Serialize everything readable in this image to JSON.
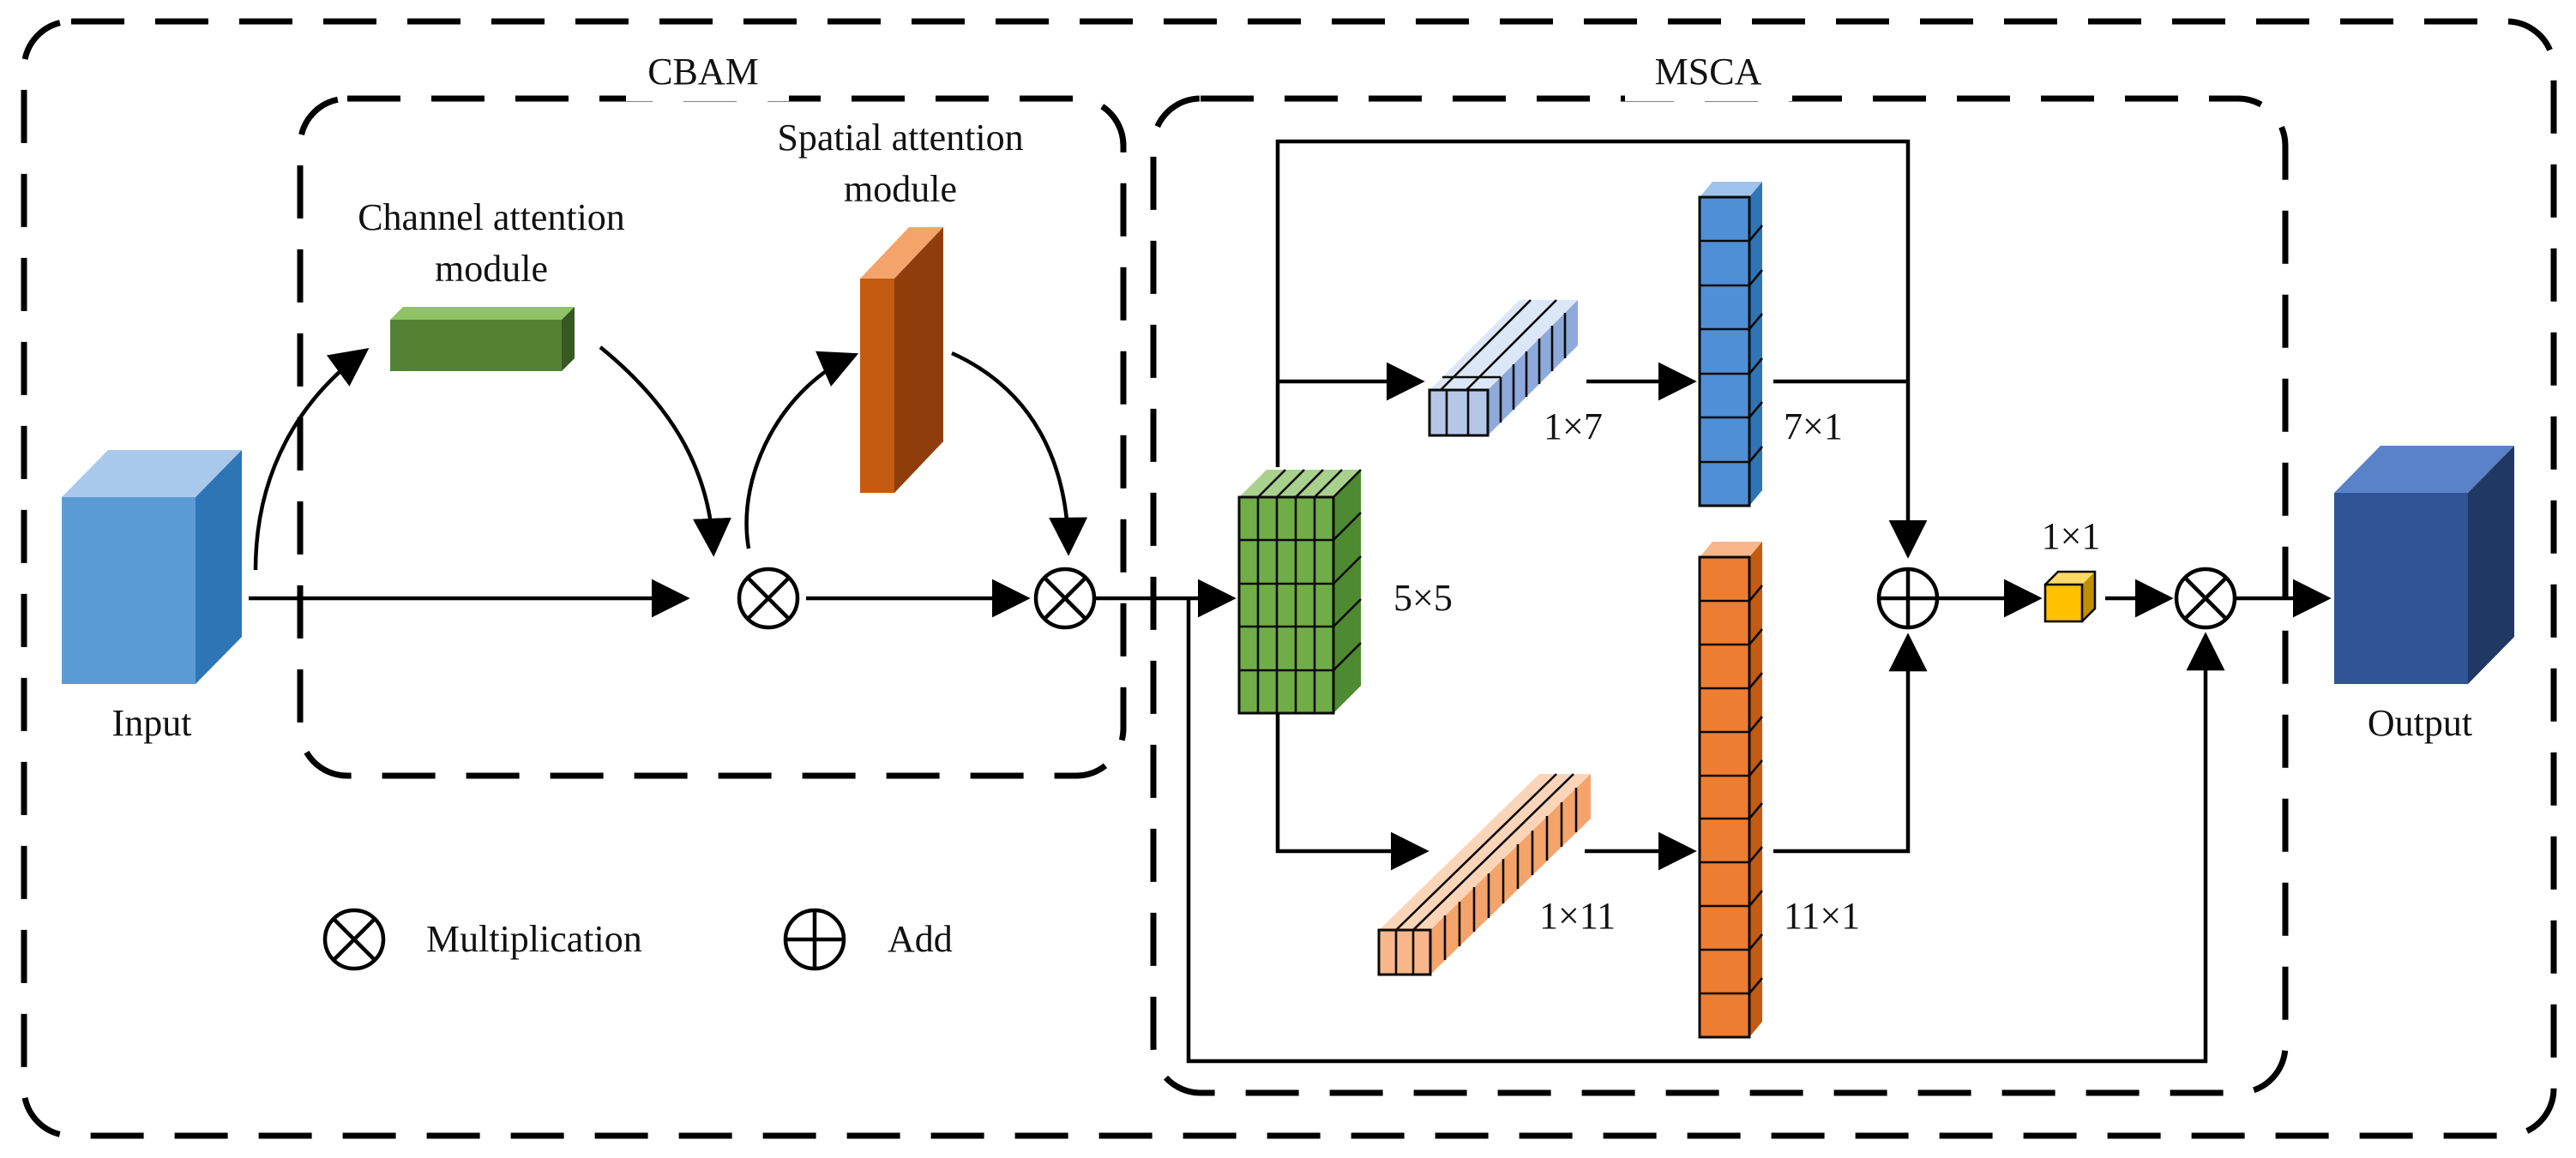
{
  "groups": {
    "cbam": "CBAM",
    "msca": "MSCA"
  },
  "labels": {
    "input": "Input",
    "output": "Output",
    "channel_line1": "Channel attention",
    "channel_line2": "module",
    "spatial_line1": "Spatial attention",
    "spatial_line2": "module",
    "k5x5": "5×5",
    "k1x7": "1×7",
    "k7x1": "7×1",
    "k1x11": "1×11",
    "k11x1": "11×1",
    "k1x1": "1×1"
  },
  "legend": {
    "multiplication": "Multiplication",
    "add": "Add"
  },
  "colors": {
    "input_front": "#5b9bd5",
    "input_top": "#a9c9ec",
    "input_side": "#2e75b6",
    "output_front": "#2f5597",
    "output_top": "#5a82c8",
    "output_side": "#203864",
    "channel_green": "#548235",
    "spatial_orange": "#c55a11",
    "grid_green": "#70ad47",
    "light_blue": "#b4c7e7",
    "blue": "#4f8fd6",
    "light_orange": "#f8b68a",
    "orange": "#ed7d31",
    "yellow": "#ffc000"
  }
}
